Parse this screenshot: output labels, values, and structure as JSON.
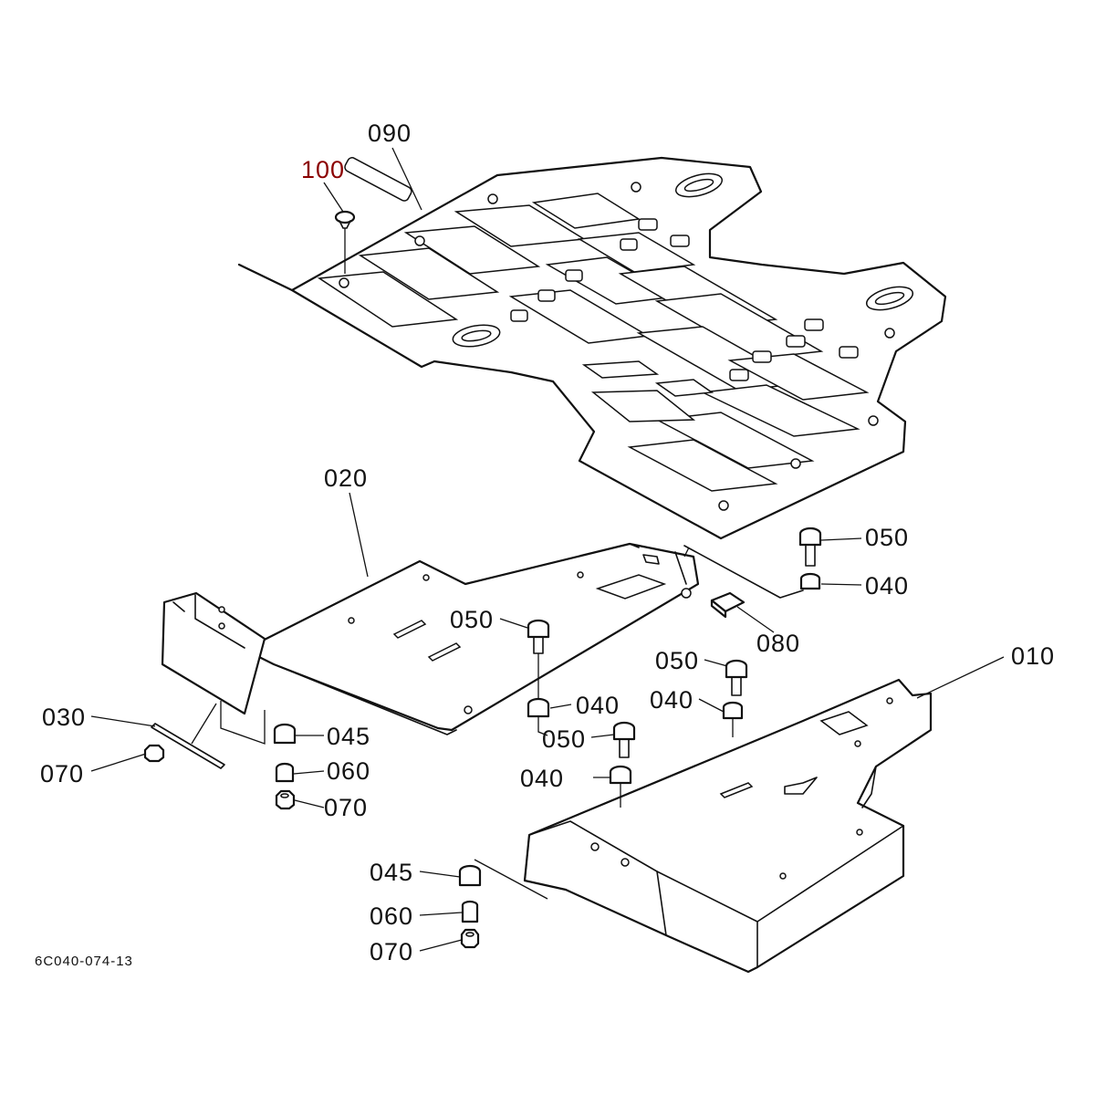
{
  "callouts": {
    "p090": "090",
    "p100": "100",
    "p020": "020",
    "p050_right": "050",
    "p040_right": "040",
    "p080": "080",
    "p050_mid": "050",
    "p040_mid": "040",
    "p050_c2": "050",
    "p040_c2": "040",
    "p050_c3": "050",
    "p040_c3": "040",
    "p010": "010",
    "p030": "030",
    "p070_left": "070",
    "p045_mid": "045",
    "p060_mid": "060",
    "p070_mid": "070",
    "p045_bottom": "045",
    "p060_bottom": "060",
    "p070_bottom": "070"
  },
  "drawing_reference": "6C040-074-13",
  "colors": {
    "highlight": "#8b0000",
    "line": "#111111"
  }
}
